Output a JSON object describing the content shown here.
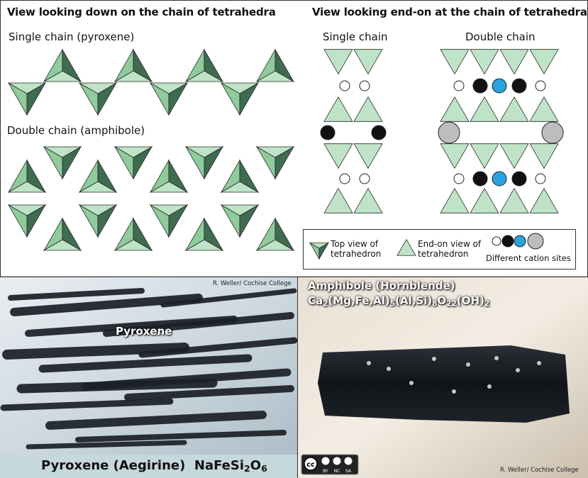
{
  "headings": {
    "left": "View looking down on the chain of tetrahedra",
    "right": "View looking end-on at the chain of tetrahedra"
  },
  "labels": {
    "single_pyroxene": "Single chain (pyroxene)",
    "double_amphibole": "Double chain (amphibole)",
    "single_end": "Single chain",
    "double_end": "Double chain"
  },
  "legend": {
    "top_view_line1": "Top view of",
    "top_view_line2": "tetrahedron",
    "end_view_line1": "End-on view of",
    "end_view_line2": "tetrahedron",
    "cation_sites": "Different cation sites"
  },
  "photos": {
    "left": {
      "credit": "R. Weller/ Cochise College",
      "label": "Pyroxene",
      "caption_name": "Pyroxene (Aegirine)",
      "formula": [
        {
          "t": "NaFeSi"
        },
        {
          "t": "2",
          "sub": true
        },
        {
          "t": "O"
        },
        {
          "t": "6",
          "sub": true
        }
      ]
    },
    "right": {
      "title": "Amphibole (Hornblende)",
      "credit": "R. Weller/ Cochise College",
      "formula": [
        {
          "t": "Ca"
        },
        {
          "t": "2",
          "sub": true
        },
        {
          "t": "(Mg,Fe,Al)"
        },
        {
          "t": "5",
          "sub": true
        },
        {
          "t": "(Al,Si)"
        },
        {
          "t": "8",
          "sub": true
        },
        {
          "t": "O"
        },
        {
          "t": "22",
          "sub": true
        },
        {
          "t": "(OH)"
        },
        {
          "t": "2",
          "sub": true
        }
      ],
      "license": [
        "BY",
        "NC",
        "SA"
      ]
    }
  },
  "colors": {
    "tet_light": "#bfe3c6",
    "tet_mid": "#8fcb9b",
    "tet_dark": "#3f6b50",
    "edge": "#2a2a2a",
    "cation_white": "#ffffff",
    "cation_black": "#111111",
    "cation_blue": "#29a3df",
    "cation_gray": "#bdbdbd",
    "caption_bar": "#c5d8dc"
  }
}
